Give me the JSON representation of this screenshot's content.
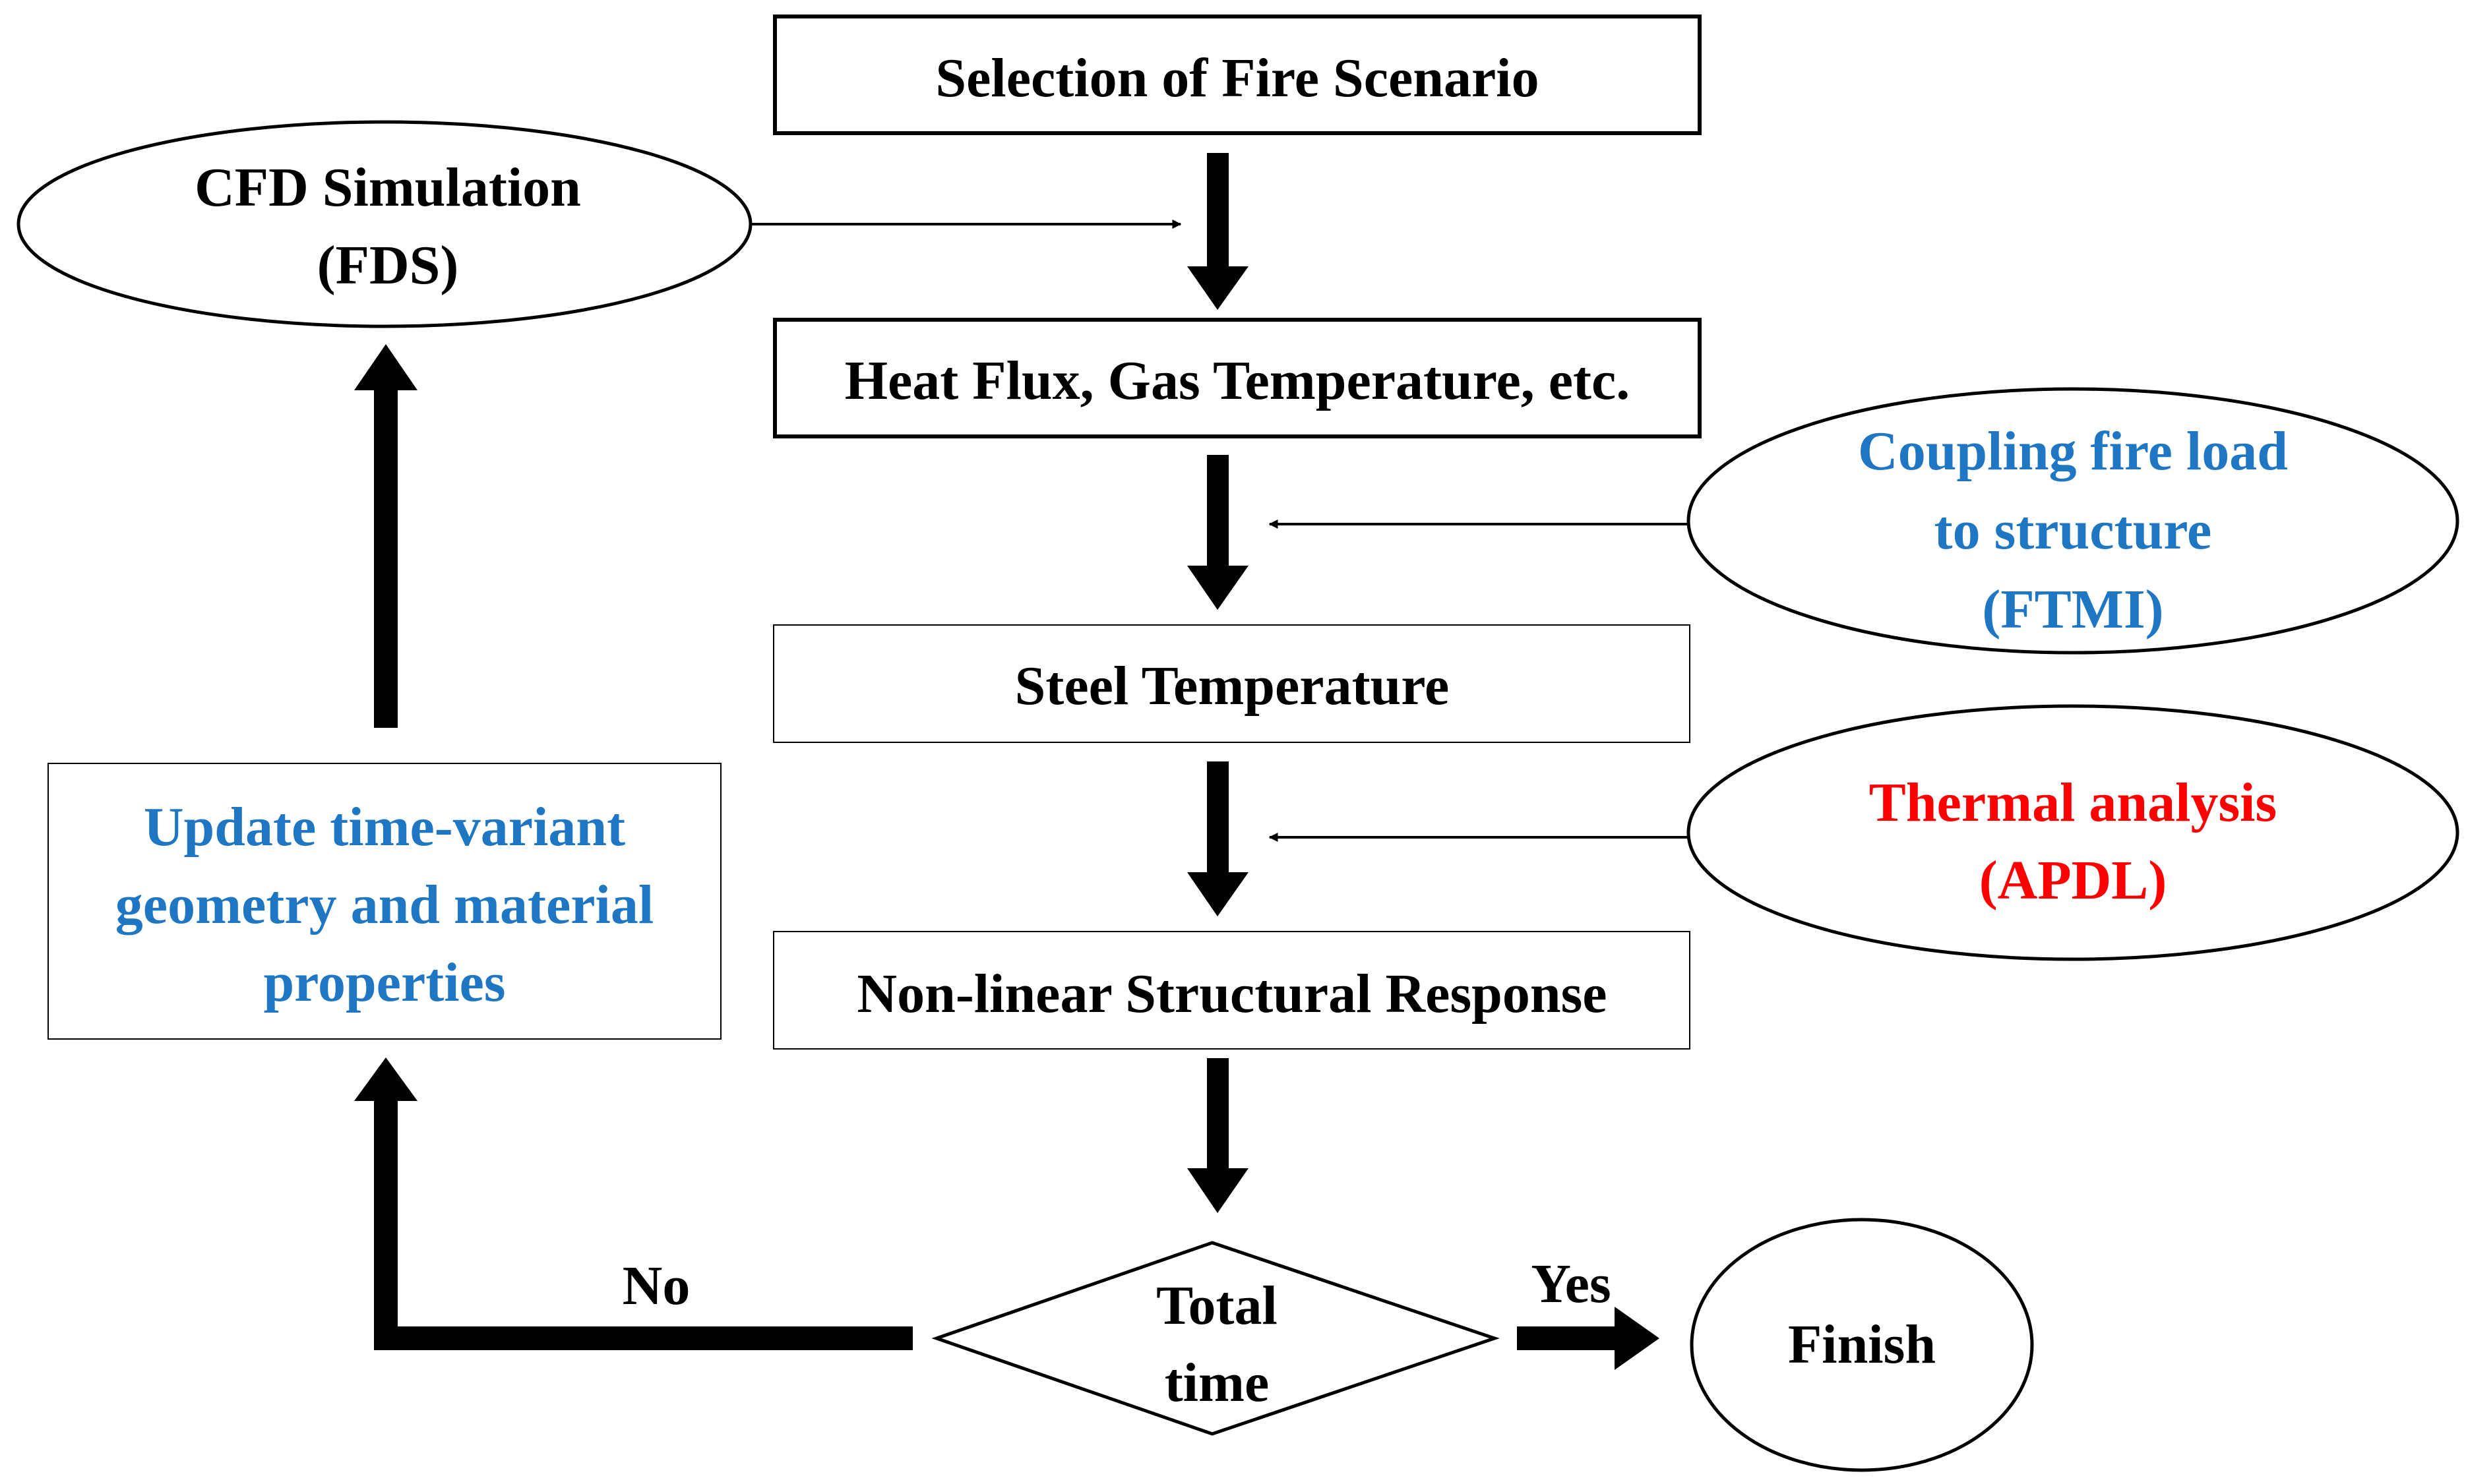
{
  "colors": {
    "black": "#000000",
    "blue": "#1f77c4",
    "red": "#ff0000"
  },
  "nodes": {
    "selection": {
      "text": "Selection of Fire Scenario"
    },
    "heat_flux": {
      "text": "Heat Flux, Gas Temperature, etc."
    },
    "steel_temp": {
      "text": "Steel Temperature"
    },
    "nonlinear": {
      "text": "Non-linear Structural Response"
    },
    "cfd": {
      "line1": "CFD Simulation",
      "line2": "(FDS)"
    },
    "coupling": {
      "line1": "Coupling fire load",
      "line2": "to structure",
      "line3": "(FTMI)"
    },
    "thermal": {
      "line1": "Thermal analysis",
      "line2": "(APDL)"
    },
    "update": {
      "line1": "Update time-variant",
      "line2": "geometry and material",
      "line3": "properties"
    },
    "total_time": {
      "line1": "Total",
      "line2": "time"
    },
    "finish": {
      "text": "Finish"
    }
  },
  "edges": {
    "no_label": "No",
    "yes_label": "Yes"
  }
}
